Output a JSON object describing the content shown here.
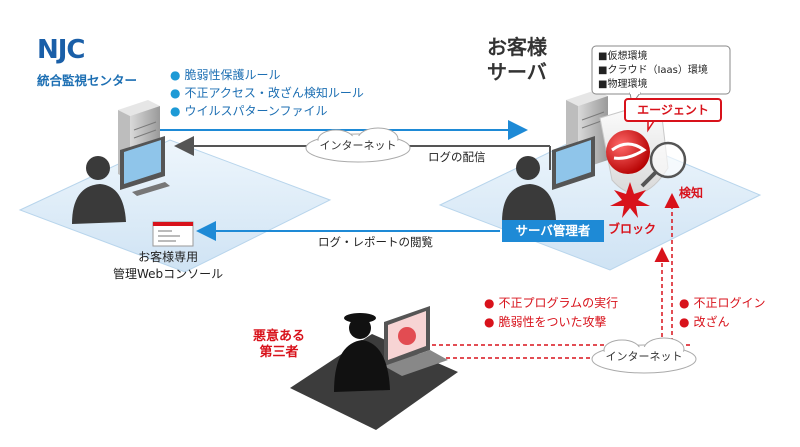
{
  "njc": {
    "logo": "NJC",
    "subtitle": "統合監視センター",
    "items": [
      "脆弱性保護ルール",
      "不正アクセス・改ざん検知ルール",
      "ウイルスパターンファイル"
    ]
  },
  "server": {
    "title_line1": "お客様",
    "title_line2": "サーバ",
    "envs": [
      "■仮想環境",
      "■クラウド（Iaas）環境",
      "■物理環境"
    ],
    "agent_label": "エージェント",
    "detect_label": "検知",
    "block_label": "ブロック",
    "admin_label": "サーバ管理者"
  },
  "network": {
    "internet_top": "インターネット",
    "internet_bottom": "インターネット",
    "log_distribution": "ログの配信",
    "log_report_view": "ログ・レポートの閲覧"
  },
  "console": {
    "line1": "お客様専用",
    "line2": "管理Webコンソール"
  },
  "attacker": {
    "label_line1": "悪意ある",
    "label_line2": "第三者",
    "attacks": [
      "不正プログラムの実行",
      "脆弱性をついた攻撃"
    ],
    "intrusions": [
      "不正ログイン",
      "改ざん"
    ]
  },
  "colors": {
    "brand_blue": "#1d6fb3",
    "accent_blue": "#1e8ad6",
    "alert_red": "#d8121b",
    "platform": "#d7e9f7"
  }
}
